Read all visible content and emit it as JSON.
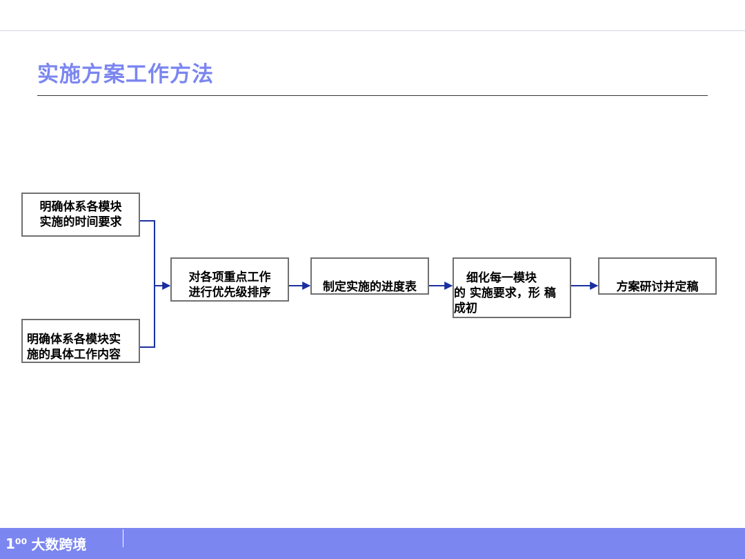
{
  "slide": {
    "title": "实施方案工作方法"
  },
  "flow": {
    "box1": [
      "明确体系各模块",
      "实施的时间要求"
    ],
    "box2": [
      "明确体系各模块实",
      "施的具体工作内容"
    ],
    "box3": [
      "对各项重点工作",
      "进行优先级排序"
    ],
    "box4": "制定实施的进度表",
    "box5": [
      "细化每一模块",
      "的 实施要求，形  稿",
      "成初"
    ],
    "box6": "方案研讨并定稿",
    "connector_color": "#1a2fa0"
  },
  "footer": {
    "logo_mark": "1⁰⁰",
    "brand": "大数跨境",
    "bar_color": "#7b86f0"
  }
}
